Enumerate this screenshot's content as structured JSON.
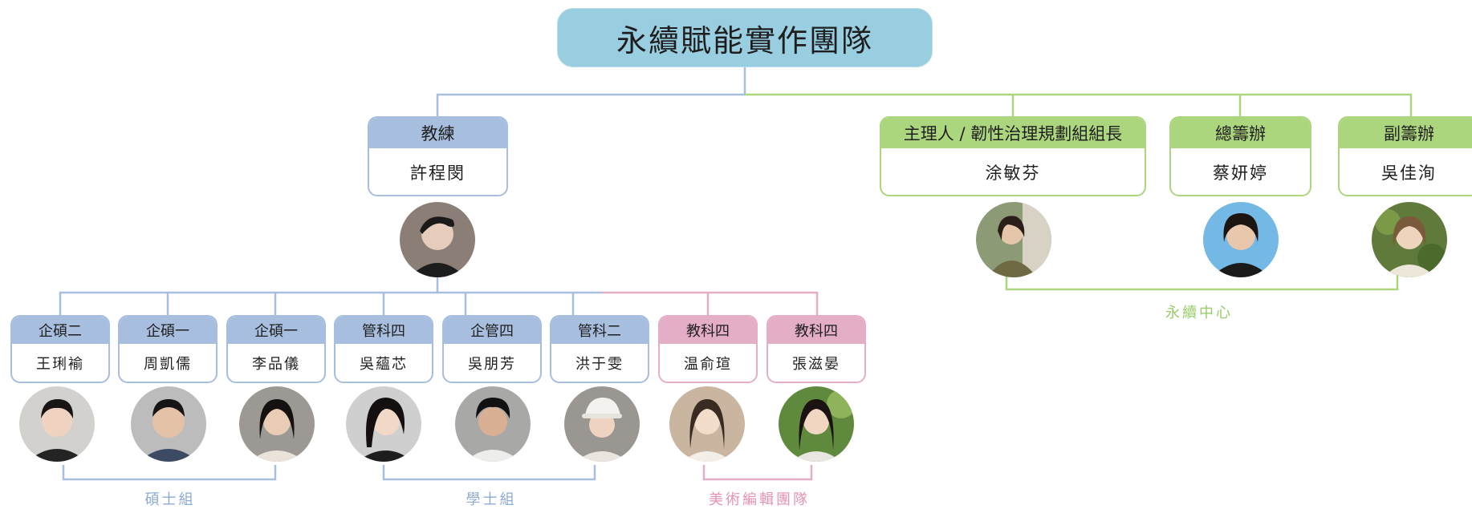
{
  "title": "永續賦能實作團隊",
  "coach": {
    "role": "教練",
    "name": "許程閔"
  },
  "leaders": [
    {
      "role": "主理人 / 韌性治理規劃組組長",
      "name": "涂敏芬"
    },
    {
      "role": "總籌辦",
      "name": "蔡妍婷"
    },
    {
      "role": "副籌辦",
      "name": "吳佳洵"
    }
  ],
  "members": [
    {
      "role": "企碩二",
      "name": "王琍褕"
    },
    {
      "role": "企碩一",
      "name": "周凱儒"
    },
    {
      "role": "企碩一",
      "name": "李品儀"
    },
    {
      "role": "管科四",
      "name": "吳蘊芯"
    },
    {
      "role": "企管四",
      "name": "吳朋芳"
    },
    {
      "role": "管科二",
      "name": "洪于雯"
    },
    {
      "role": "教科四",
      "name": "温俞瑄"
    },
    {
      "role": "教科四",
      "name": "張滋晏"
    }
  ],
  "groups": {
    "master": "碩士組",
    "undergrad": "學士組",
    "art": "美術編輯團隊",
    "center": "永續中心"
  },
  "colors": {
    "title_bg": "#99cde0",
    "coach_blue": "#a7bedf",
    "center_green": "#acd67d",
    "art_pink": "#e3aec6"
  }
}
